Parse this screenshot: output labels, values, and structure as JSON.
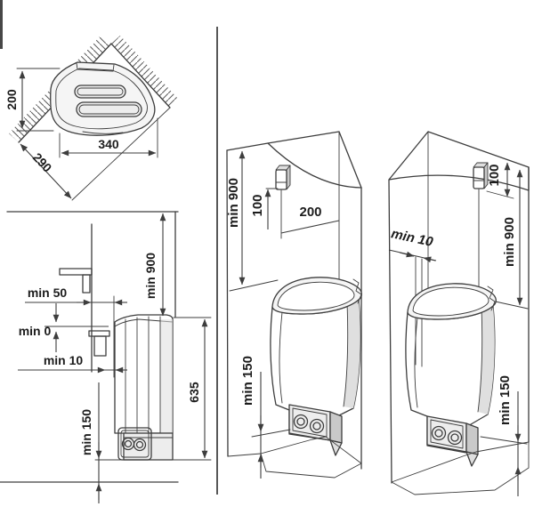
{
  "colors": {
    "line": "#3d3d3d",
    "text": "#1c1c1c",
    "hatch": "#5f5f5f",
    "fill-light": "#ededed",
    "fill-mid": "#dfdfdf",
    "fill-dark": "#c9c9c9",
    "paper": "#ffffff"
  },
  "figures": {
    "corner_top_view": {
      "labels": {
        "height": "200",
        "width": "340",
        "diagonal": "290"
      }
    },
    "side_view": {
      "labels": {
        "bench_gap": "min 50",
        "overlap": "min 0",
        "wall_gap": "min 10",
        "ceiling": "min 900",
        "heater_height": "635",
        "floor": "min 150"
      }
    },
    "corner_install_view": {
      "labels": {
        "ceiling": "min 900",
        "sensor_offset": "100",
        "sensor_distance": "200",
        "floor": "min 150"
      }
    },
    "wall_install_view": {
      "labels": {
        "sensor_offset": "100",
        "ceiling": "min 900",
        "wall_gap": "min 10",
        "floor": "min 150"
      }
    }
  }
}
